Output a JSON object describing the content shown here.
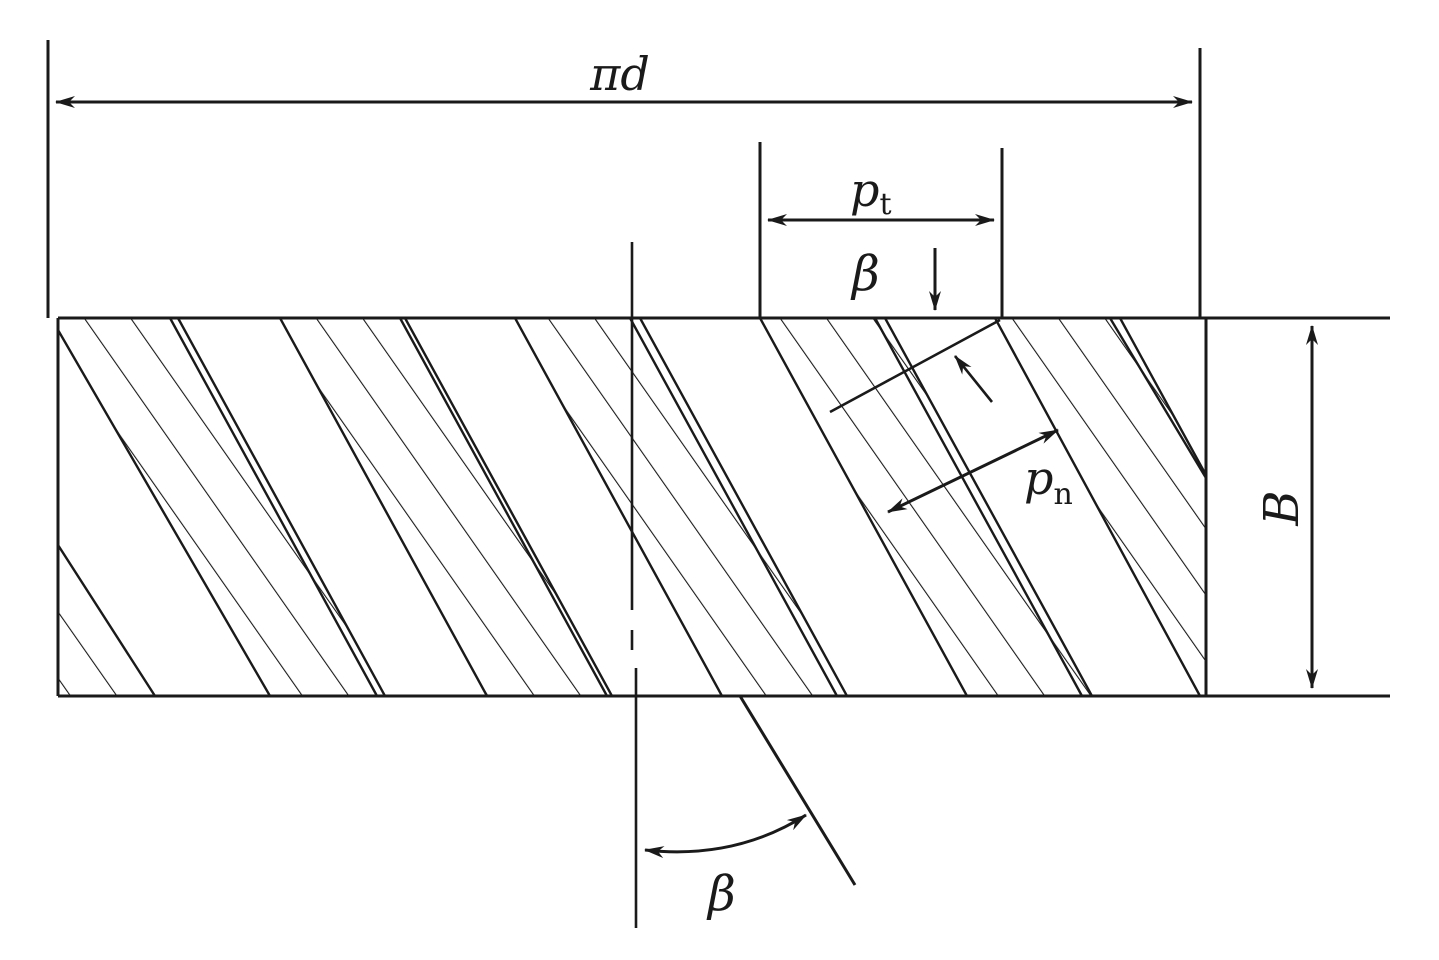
{
  "labels": {
    "circumference": "πd",
    "transverse_pitch": "p",
    "transverse_pitch_sub": "t",
    "normal_pitch": "p",
    "normal_pitch_sub": "n",
    "helix_angle_top": "β",
    "helix_angle_bottom": "β",
    "face_width": "B"
  },
  "colors": {
    "line": "#1a1a1a",
    "background": "#ffffff"
  }
}
